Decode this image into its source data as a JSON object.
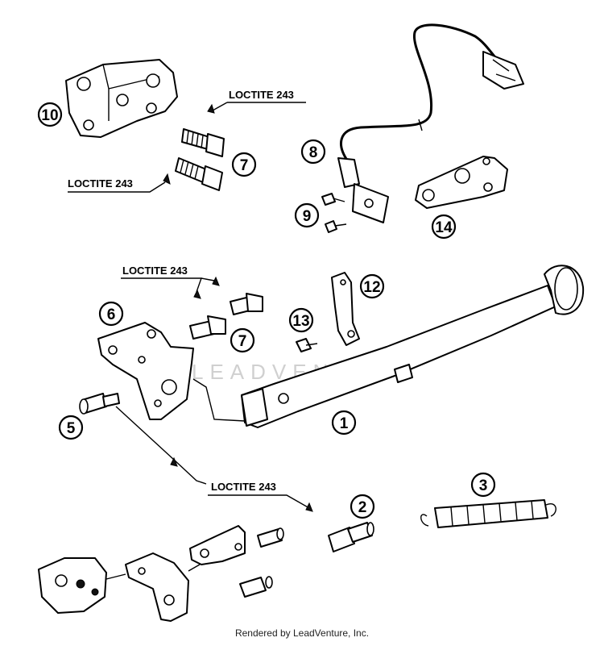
{
  "diagram": {
    "callouts": {
      "p1": "1",
      "p2": "2",
      "p3": "3",
      "p5": "5",
      "p6": "6",
      "p7a": "7",
      "p7b": "7",
      "p8": "8",
      "p9": "9",
      "p10": "10",
      "p12": "12",
      "p13": "13",
      "p14": "14"
    },
    "loctite_labels": [
      "LOCTITE 243",
      "LOCTITE 243",
      "LOCTITE 243",
      "LOCTITE 243"
    ],
    "watermark": "LEADVENTURE",
    "footer": "Rendered by LeadVenture, Inc."
  }
}
